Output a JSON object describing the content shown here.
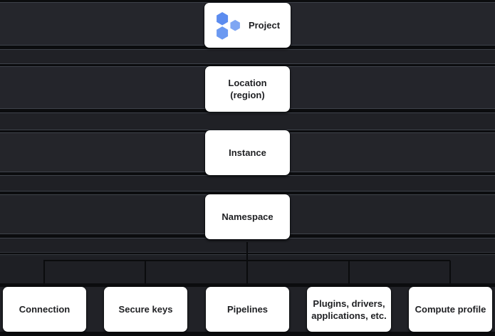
{
  "diagram": {
    "levels": [
      {
        "id": "project",
        "label": "Project",
        "icon": "cloud-data-fusion-icon"
      },
      {
        "id": "location",
        "label": "Location\n(region)"
      },
      {
        "id": "instance",
        "label": "Instance"
      },
      {
        "id": "namespace",
        "label": "Namespace"
      }
    ],
    "namespace_children": [
      {
        "id": "connection",
        "label": "Connection"
      },
      {
        "id": "secure_keys",
        "label": "Secure keys"
      },
      {
        "id": "pipelines",
        "label": "Pipelines"
      },
      {
        "id": "plugins",
        "label": "Plugins, drivers,\napplications, etc."
      },
      {
        "id": "compute_profile",
        "label": "Compute profile"
      }
    ],
    "colors": {
      "background": "#202227",
      "separator_line": "#3e424a",
      "separator_gap": "#0b0c0e",
      "node_background": "#ffffff",
      "node_text": "#1f2023",
      "connector": "#0a0b0d",
      "icon_blue_1": "#5c8cef",
      "icon_blue_2": "#6b99f1",
      "icon_blue_3": "#7fa6f3"
    }
  }
}
